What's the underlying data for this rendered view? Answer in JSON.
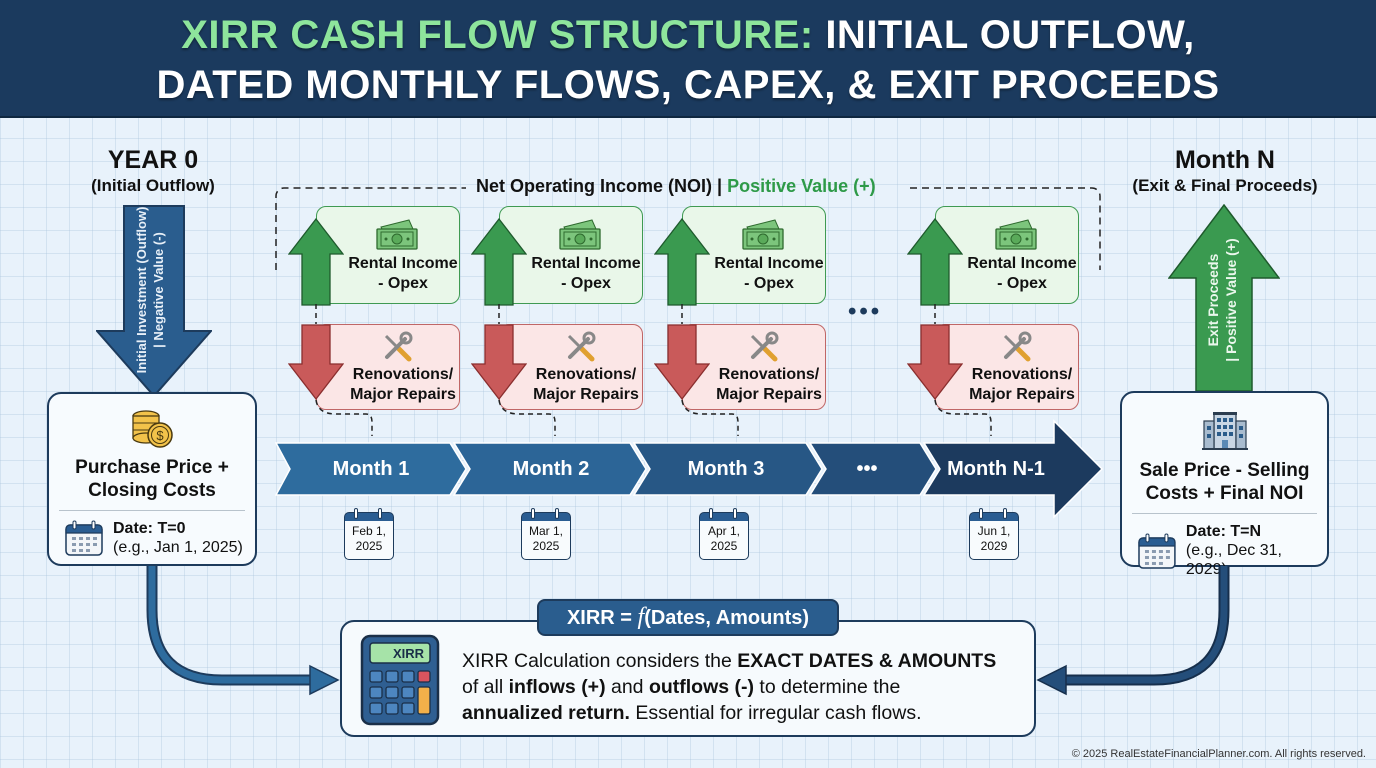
{
  "header": {
    "title_highlight": "XIRR CASH FLOW STRUCTURE:",
    "title_line1_rest": " INITIAL OUTFLOW,",
    "title_line2": "DATED MONTHLY FLOWS, CAPEX, & EXIT PROCEEDS"
  },
  "colors": {
    "header_bg": "#1b3a5e",
    "highlight_green": "#8ee59c",
    "outflow_blue": "#2a5d8e",
    "inflow_green": "#3a9a50",
    "capex_red": "#c95a5a",
    "positive_text": "#2e9a48"
  },
  "year0": {
    "heading": "YEAR 0",
    "subheading": "(Initial Outflow)",
    "arrow_line1": "Initial Investment (Outflow)",
    "arrow_line2": "| Negative Value (-)",
    "icon": "coins-dollar-icon",
    "card_title_1": "Purchase Price +",
    "card_title_2": "Closing Costs",
    "date_label": "Date: T=0",
    "date_example": "(e.g., Jan 1, 2025)"
  },
  "noi": {
    "label": "Net Operating Income (NOI) |",
    "label_positive": "Positive Value (+)",
    "income_line1": "Rental Income",
    "income_line2": "- Opex",
    "capex_line1": "Renovations/",
    "capex_line2": "Major Repairs",
    "income_icon": "cash-bill-icon",
    "capex_icon": "wrench-screwdriver-icon",
    "ellipsis": "•••"
  },
  "timeline": {
    "months": [
      {
        "label": "Month 1",
        "date_line1": "Feb 1,",
        "date_line2": "2025"
      },
      {
        "label": "Month 2",
        "date_line1": "Mar 1,",
        "date_line2": "2025"
      },
      {
        "label": "Month 3",
        "date_line1": "Apr 1,",
        "date_line2": "2025"
      },
      {
        "label": "•••"
      },
      {
        "label": "Month N-1",
        "date_line1": "Jun 1,",
        "date_line2": "2029"
      }
    ]
  },
  "monthN": {
    "heading": "Month N",
    "subheading": "(Exit & Final Proceeds)",
    "arrow_line1": "Exit Proceeds",
    "arrow_line2": "| Positive Value (+)",
    "icon": "office-building-icon",
    "card_title_1": "Sale Price - Selling",
    "card_title_2": "Costs + Final NOI",
    "date_label": "Date: T=N",
    "date_example": "(e.g., Dec 31, 2029)"
  },
  "formula": {
    "tab_prefix": "XIRR = ",
    "tab_f": "f",
    "tab_suffix": "(Dates, Amounts)",
    "calculator_display": "XIRR",
    "text_1": "XIRR Calculation considers the ",
    "text_bold_1": "EXACT DATES & AMOUNTS",
    "text_2": "of all ",
    "text_bold_2": "inflows (+)",
    "text_3": " and ",
    "text_bold_3": "outflows (-)",
    "text_4": " to determine the",
    "text_bold_4": "annualized return.",
    "text_5": " Essential for irregular cash flows."
  },
  "footer": {
    "copyright": "© 2025 RealEstateFinancialPlanner.com. All rights reserved."
  }
}
